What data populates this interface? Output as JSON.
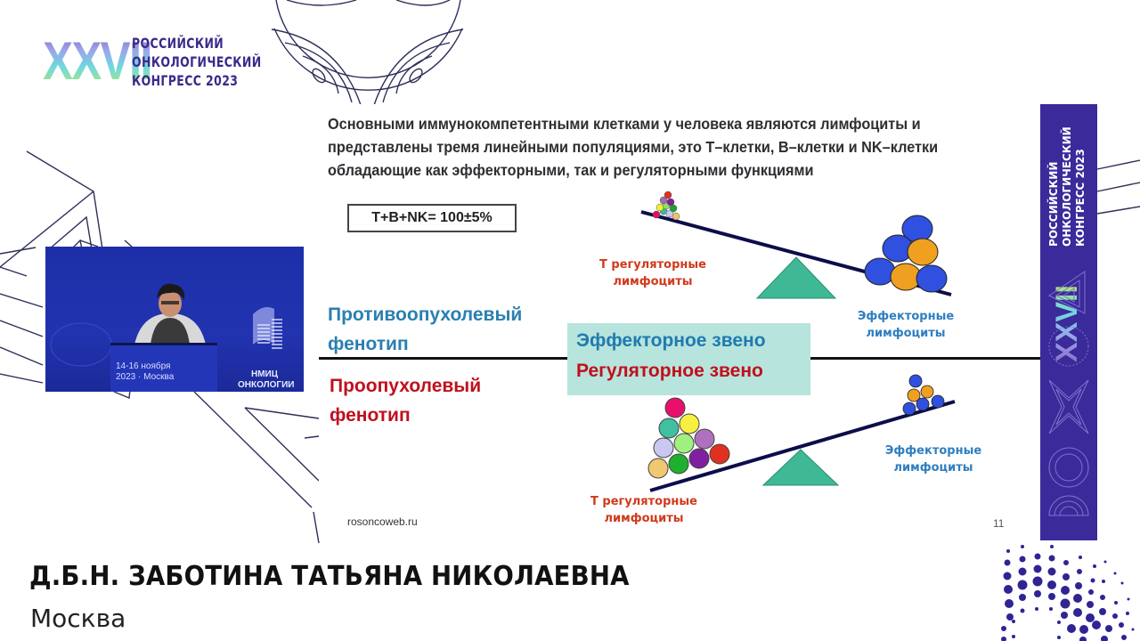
{
  "event": {
    "logo_numeral": "XXVII",
    "logo_lines": [
      "РОССИЙСКИЙ",
      "ОНКОЛОГИЧЕСКИЙ",
      "КОНГРЕСС 2023"
    ],
    "banner_lines": [
      "РОССИЙСКИЙ",
      "ОНКОЛОГИЧЕСКИЙ",
      "КОНГРЕСС 2023"
    ],
    "banner_numeral": "XXVII"
  },
  "slide": {
    "title_lines": [
      "Основными  иммунокомпетентными клетками у человека являются лимфоциты и",
      "представлены тремя линейными популяциями, это T–клетки, B–клетки и NK–клетки",
      "обладающие как эффекторными, так и регуляторными функциями"
    ],
    "formula": "T+B+NK= 100±5%",
    "phenotype_anti": [
      "Противоопухолевый",
      "фенотип"
    ],
    "phenotype_pro": [
      "Проопухолевый",
      "фенотип"
    ],
    "center_box": {
      "effector": "Эффекторное звено",
      "regulatory": "Регуляторное звено"
    },
    "top_scale": {
      "left_label": [
        "Т регуляторные",
        "лимфоциты"
      ],
      "right_label": [
        "Эффекторные",
        "лимфоциты"
      ]
    },
    "bottom_scale": {
      "left_label": [
        "Т регуляторные",
        "лимфоциты"
      ],
      "right_label": [
        "Эффекторные",
        "лимфоциты"
      ]
    },
    "footer_url": "rosoncoweb.ru",
    "page_number": "11",
    "colors": {
      "blue_text": "#2a7fb0",
      "red_text": "#c0101c",
      "center_box_bg": "#b7e4dc",
      "fulcrum": "#3fb896",
      "beam": "#0d0d4a",
      "effector_blue": "#3050e0",
      "effector_orange": "#f0a020"
    }
  },
  "video": {
    "podium_text": [
      "14-16 ноября",
      "2023 · Москва"
    ],
    "org_text": [
      "НМИЦ",
      "ОНКОЛОГИИ"
    ]
  },
  "speaker": {
    "name": "Д.Б.Н. ЗАБОТИНА ТАТЬЯНА НИКОЛАЕВНА",
    "city": "Москва"
  }
}
